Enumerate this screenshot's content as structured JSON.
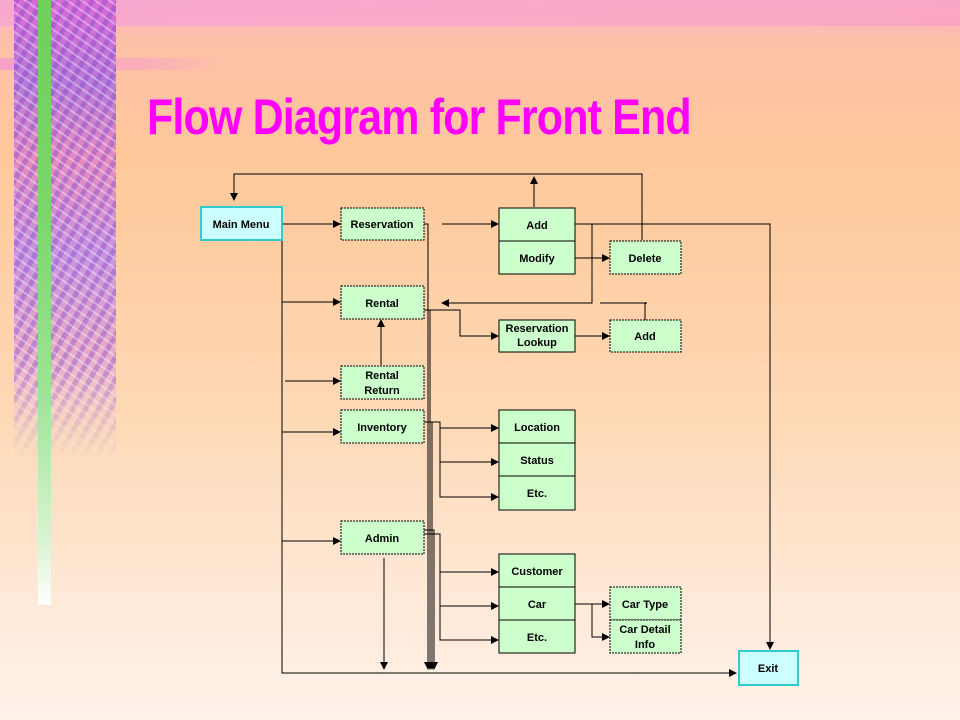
{
  "title": "Flow Diagram for Front End",
  "nodes": {
    "main_menu": "Main Menu",
    "reservation": "Reservation",
    "add": "Add",
    "modify": "Modify",
    "delete": "Delete",
    "rental": "Rental",
    "reservation_lookup_1": "Reservation",
    "reservation_lookup_2": "Lookup",
    "add_lookup": "Add",
    "rental_return_1": "Rental",
    "rental_return_2": "Return",
    "inventory": "Inventory",
    "location": "Location",
    "status": "Status",
    "etc_inventory": "Etc.",
    "admin": "Admin",
    "customer": "Customer",
    "car": "Car",
    "etc_admin": "Etc.",
    "car_type": "Car Type",
    "car_detail_1": "Car Detail",
    "car_detail_2": "Info",
    "exit": "Exit"
  },
  "colors": {
    "title": "#ff00ff",
    "box_fill": "#ccffcc",
    "main_fill": "#ccffff",
    "main_border": "#33cccc",
    "accent_stripe": "#6fd05a"
  }
}
